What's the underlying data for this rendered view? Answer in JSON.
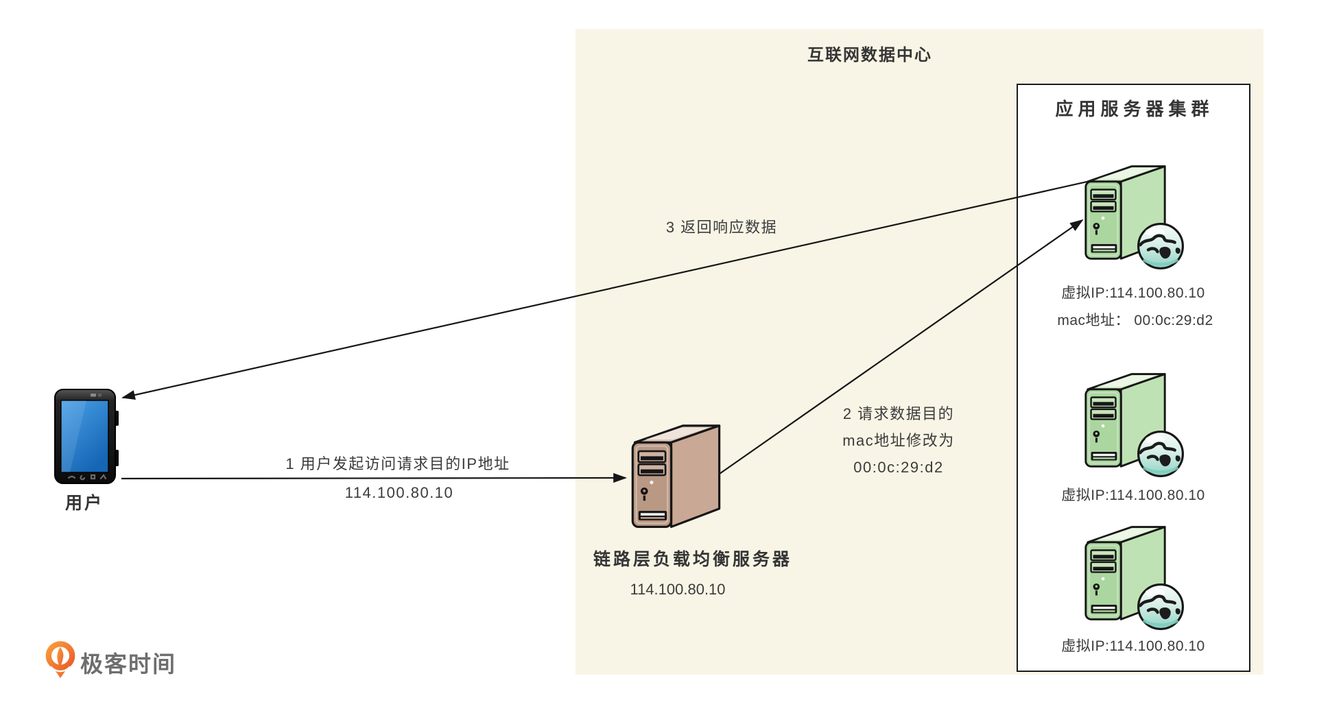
{
  "idc": {
    "title": "互联网数据中心",
    "background_color": "#f9f5e6"
  },
  "cluster": {
    "title": "应用服务器集群",
    "box_fill": "#ffffff",
    "box_border_color": "#1a1a1a",
    "server_color": "#b9dfae",
    "servers": [
      {
        "name": "app-server-1",
        "labels": [
          "虚拟IP:114.100.80.10",
          "mac地址： 00:0c:29:d2"
        ]
      },
      {
        "name": "app-server-2",
        "labels": [
          "虚拟IP:114.100.80.10"
        ]
      },
      {
        "name": "app-server-3",
        "labels": [
          "虚拟IP:114.100.80.10"
        ]
      }
    ]
  },
  "load_balancer": {
    "title": "链路层负载均衡服务器",
    "ip": "114.100.80.10",
    "color": "#c3a28e"
  },
  "user": {
    "label": "用户",
    "screen_color": "#2f8ad4"
  },
  "flows": [
    {
      "step": "1",
      "from": "user",
      "to": "load-balancer",
      "lines": [
        "1 用户发起访问请求目的IP地址",
        "114.100.80.10"
      ]
    },
    {
      "step": "2",
      "from": "load-balancer",
      "to": "app-server-1",
      "lines": [
        "2 请求数据目的",
        "mac地址修改为",
        "00:0c:29:d2"
      ]
    },
    {
      "step": "3",
      "from": "app-server-1",
      "to": "user",
      "lines": [
        "3 返回响应数据"
      ]
    }
  ],
  "logo": {
    "text": "极客时间",
    "accent_color": "#ee6c2b",
    "text_color": "#6e6e6e"
  },
  "colors": {
    "line": "#1a1a1a",
    "text": "#3b3b3b"
  }
}
